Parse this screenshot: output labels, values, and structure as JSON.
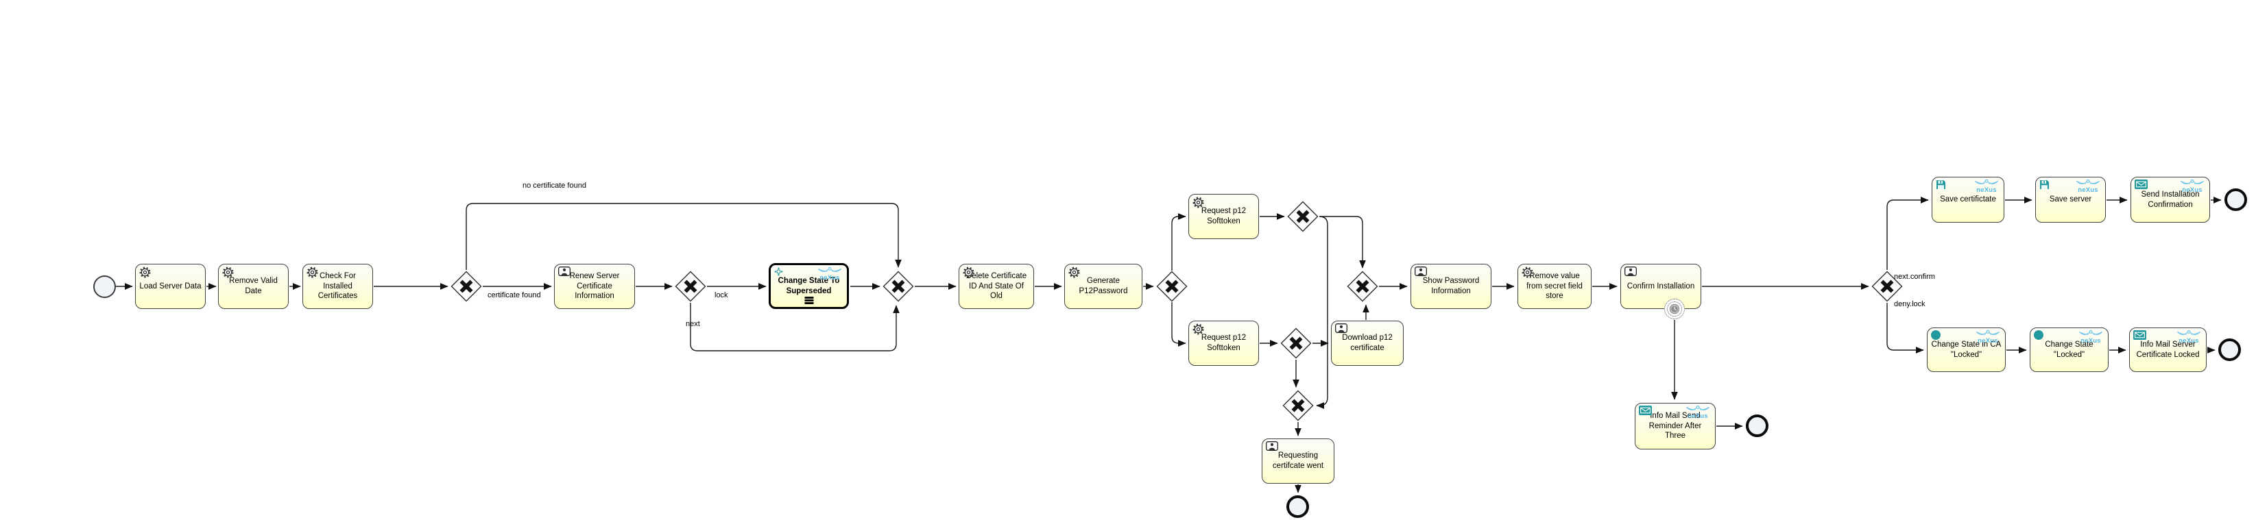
{
  "brand": {
    "name": "neXus",
    "color": "#55b8e6"
  },
  "colors": {
    "accent_teal": "#22999c",
    "task_fill_bottom": "#ffffc9",
    "highlight_border": "#000000",
    "flow_line": "#1a1a1a"
  },
  "nodes": {
    "load_server_data": "Load Server Data",
    "remove_valid_date": "Remove Valid Date",
    "check_for_installed_certificates": "Check For Installed Certificates",
    "renew_server_certificate_information": "Renew Server Certificate Information",
    "change_state_to_superseded": "Change State To Superseded",
    "delete_certificate_id_and_state_of_old": "Delete Certificate ID And State Of Old",
    "generate_p12password": "Generate P12Password",
    "request_p12_softtoken_top": "Request p12 Softtoken",
    "request_p12_softtoken_bottom": "Request p12 Softtoken",
    "download_p12_certificate": "Download p12 certificate",
    "requesting_certifcate_went": "Requesting certifcate went",
    "show_password_information": "Show Password Information",
    "remove_value_from_secret_field_store": "Remove value from secret field store",
    "confirm_installation": "Confirm Installation",
    "info_mail_send_reminder_after_three": "Info Mail Send Reminder After Three",
    "save_certifictate": "Save certifictate",
    "save_server": "Save server",
    "send_installation_confirmation": "Send Installation Confirmation",
    "change_state_in_ca_locked": "Change State in CA \"Locked\"",
    "change_state_locked": "Change State \"Locked\"",
    "info_mail_server_certificate_locked": "Info Mail Server Certificate Locked"
  },
  "edges": {
    "no_certificate_found": "no certificate found",
    "certificate_found": "certificate found",
    "lock": "lock",
    "next": "next",
    "next_confirm": "next.confirm",
    "deny_lock": "deny.lock"
  }
}
